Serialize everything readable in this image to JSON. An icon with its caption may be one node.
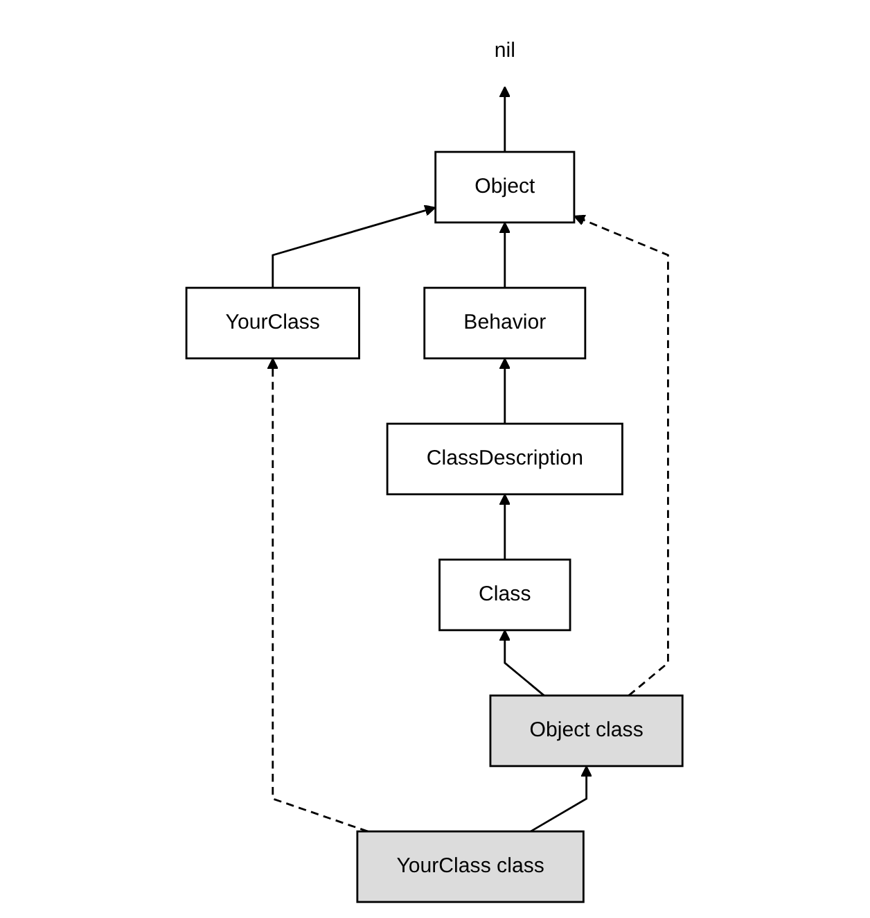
{
  "diagram": {
    "nodes": [
      {
        "text": [
          "Behavior"
        ]
      },
      {
        "text": [
          "ClassDescription"
        ]
      },
      {
        "text": [
          "Class"
        ]
      },
      {
        "text": [
          "nil"
        ]
      },
      {
        "text": [
          "Object"
        ]
      },
      {
        "text": [
          "Object class"
        ]
      },
      {
        "text": [
          "YourClass"
        ]
      },
      {
        "text": [
          "YourClass class"
        ]
      }
    ],
    "edges": [
      {
        "from": 1,
        "to": 0,
        "arrow": "to"
      },
      {
        "from": 2,
        "to": 1,
        "arrow": "to"
      },
      {
        "from": 5,
        "to": 2,
        "arrow": "to"
      },
      {
        "from": 7,
        "to": 5,
        "arrow": "to"
      },
      {
        "from": 4,
        "to": 3,
        "arrow": "to"
      },
      {
        "from": 6,
        "to": 4,
        "arrow": "to"
      },
      {
        "from": 0,
        "to": 4,
        "arrow": "to"
      },
      {
        "from": 5,
        "to": 4,
        "arrow": "to",
        "style": "dashed"
      },
      {
        "from": 7,
        "to": 6,
        "arrow": "to",
        "style": "dashed"
      }
    ]
  }
}
